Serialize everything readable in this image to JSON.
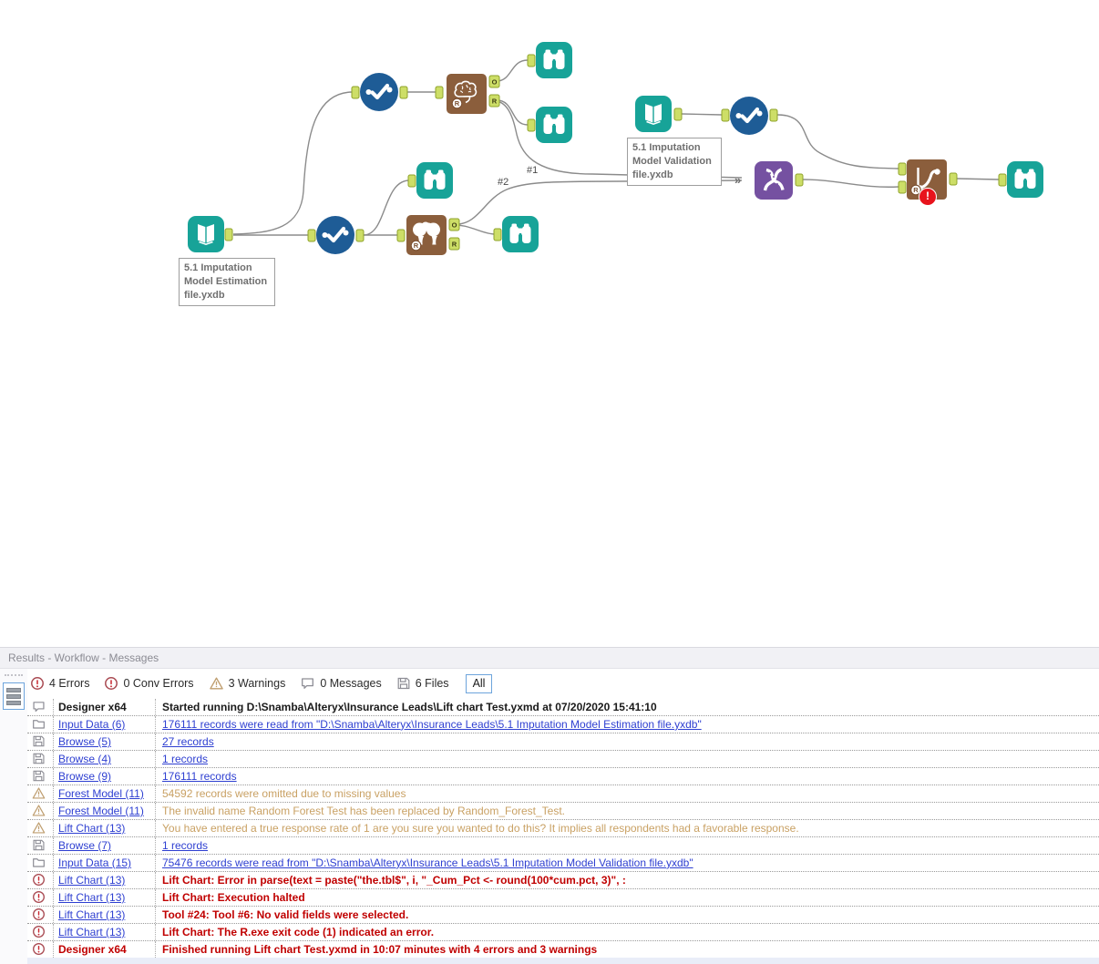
{
  "canvas": {
    "tool_labels": {
      "estimation": [
        "5.1 Imputation",
        "Model Estimation",
        "file.yxdb"
      ],
      "validation": [
        "5.1 Imputation",
        "Model Validation",
        "file.yxdb"
      ]
    },
    "connection_labels": {
      "first": "#1",
      "second": "#2"
    },
    "anchor_labels": {
      "output": "O",
      "residual": "R"
    },
    "union_input_marker": "»",
    "r_badge": "R",
    "error_badge": "!",
    "tools": [
      "input-data",
      "select",
      "forest-model",
      "browse",
      "decision-tree",
      "union",
      "lift-chart"
    ]
  },
  "results": {
    "title": "Results - Workflow - Messages",
    "toolbar": {
      "errors": "4 Errors",
      "conv_errors": "0 Conv Errors",
      "warnings": "3 Warnings",
      "messages": "0 Messages",
      "files": "6 Files",
      "filter_all": "All"
    },
    "messages": [
      {
        "icon": "message",
        "tool": "Designer x64",
        "tool_style": "bold",
        "style": "bold",
        "text": "Started running D:\\Snamba\\Alteryx\\Insurance Leads\\Lift chart Test.yxmd at 07/20/2020 15:41:10"
      },
      {
        "icon": "folder",
        "tool": "Input Data (6)",
        "tool_style": "link",
        "style": "link",
        "text": "176111 records were read from \"D:\\Snamba\\Alteryx\\Insurance Leads\\5.1 Imputation Model Estimation file.yxdb\""
      },
      {
        "icon": "file",
        "tool": "Browse (5)",
        "tool_style": "link",
        "style": "link",
        "text": "27 records"
      },
      {
        "icon": "file",
        "tool": "Browse (4)",
        "tool_style": "link",
        "style": "link",
        "text": "1 records"
      },
      {
        "icon": "file",
        "tool": "Browse (9)",
        "tool_style": "link",
        "style": "link",
        "text": "176111 records"
      },
      {
        "icon": "warning",
        "tool": "Forest Model (11)",
        "tool_style": "link",
        "style": "warning",
        "text": "54592 records were omitted due to missing values"
      },
      {
        "icon": "warning",
        "tool": "Forest Model (11)",
        "tool_style": "link",
        "style": "warning",
        "text": "The invalid name Random Forest Test has been replaced by Random_Forest_Test."
      },
      {
        "icon": "warning",
        "tool": "Lift Chart (13)",
        "tool_style": "link",
        "style": "warning",
        "text": "You have entered a true response rate of 1 are you sure you wanted to do this? It implies all respondents had a favorable response."
      },
      {
        "icon": "file",
        "tool": "Browse (7)",
        "tool_style": "link",
        "style": "link",
        "text": "1 records"
      },
      {
        "icon": "folder",
        "tool": "Input Data (15)",
        "tool_style": "link",
        "style": "link",
        "text": "75476 records were read from \"D:\\Snamba\\Alteryx\\Insurance Leads\\5.1 Imputation Model Validation file.yxdb\""
      },
      {
        "icon": "error",
        "tool": "Lift Chart (13)",
        "tool_style": "link",
        "style": "error",
        "text": "Lift Chart: Error in parse(text = paste(\"the.tbl$\", i, \"_Cum_Pct <- round(100*cum.pct, 3)\", :"
      },
      {
        "icon": "error",
        "tool": "Lift Chart (13)",
        "tool_style": "link",
        "style": "error",
        "text": "Lift Chart: Execution halted"
      },
      {
        "icon": "error",
        "tool": "Lift Chart (13)",
        "tool_style": "link",
        "style": "error",
        "text": "Tool #24: Tool #6: No valid fields were selected."
      },
      {
        "icon": "error",
        "tool": "Lift Chart (13)",
        "tool_style": "link",
        "style": "error",
        "text": "Lift Chart: The R.exe exit code (1) indicated an error."
      },
      {
        "icon": "error",
        "tool": "Designer x64",
        "tool_style": "error",
        "style": "error",
        "text": "Finished running Lift chart Test.yxmd in 10:07 minutes with 4 errors and 3 warnings"
      }
    ]
  },
  "colors": {
    "teal": "#17A398",
    "select_blue": "#1E5C96",
    "predictive_brown": "#8B5E3C",
    "union_purple": "#7551A1",
    "anchor_green": "#CDDE67",
    "link_blue": "#2E3FD1",
    "warning_tan": "#C9A164",
    "error_red": "#C00000",
    "badge_red": "#E8131C"
  }
}
